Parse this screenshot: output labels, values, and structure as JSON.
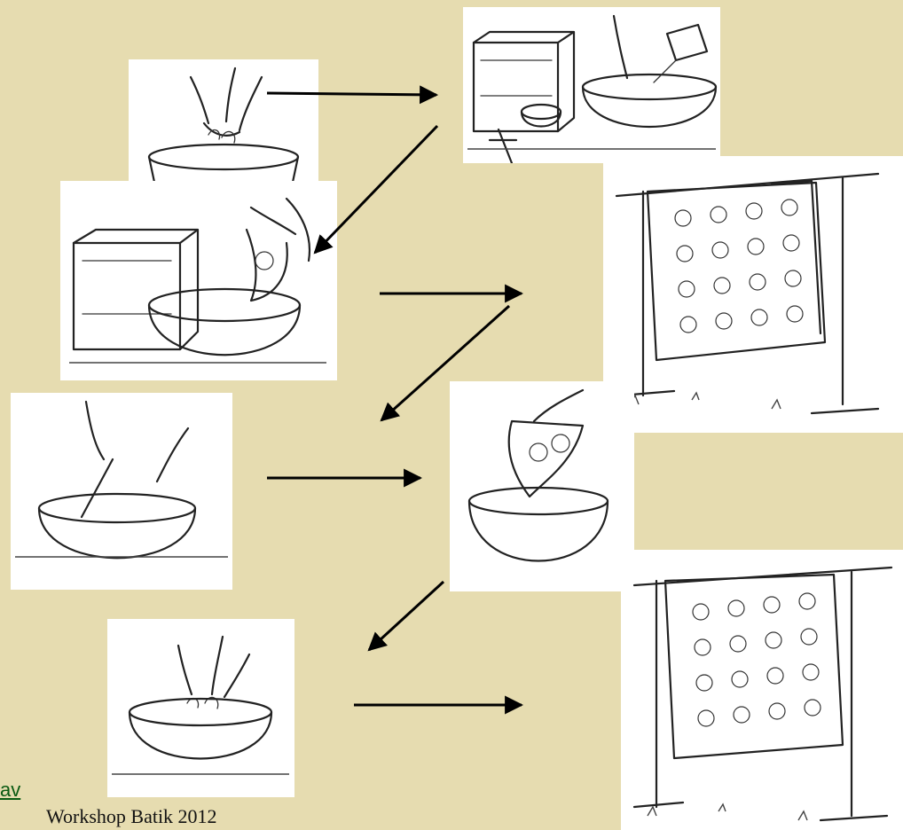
{
  "footer": {
    "link_text": "av",
    "title": "Workshop Batik 2012"
  },
  "steps": [
    {
      "name": "step-dip-cloth"
    },
    {
      "name": "step-mix-dye-stove"
    },
    {
      "name": "step-dip-cloth-stove"
    },
    {
      "name": "step-hang-cloth"
    },
    {
      "name": "step-stir-solution"
    },
    {
      "name": "step-dip-cloth-2"
    },
    {
      "name": "step-dip-cloth-3"
    },
    {
      "name": "step-hang-cloth-2"
    }
  ]
}
